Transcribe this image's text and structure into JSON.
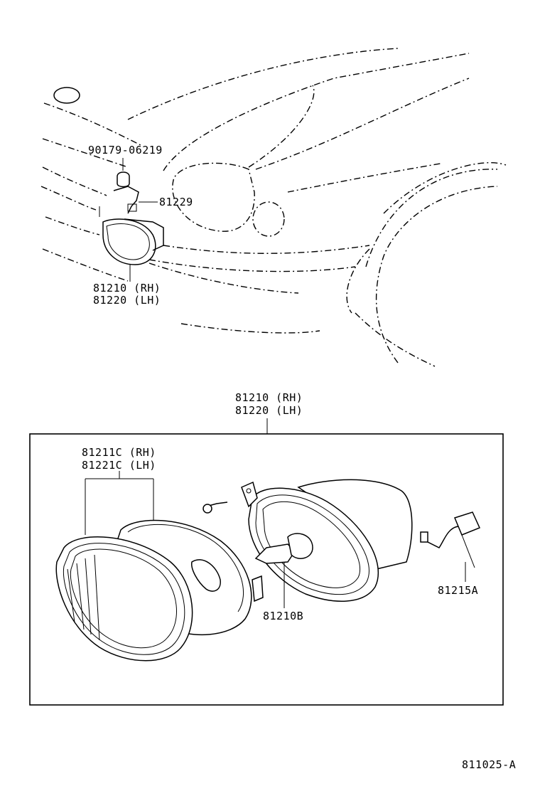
{
  "top": {
    "bolt_part": "90179-06219",
    "bracket_part": "81229",
    "lamp_rh": "81210 (RH)",
    "lamp_lh": "81220 (LH)"
  },
  "assembly": {
    "title_rh": "81210 (RH)",
    "title_lh": "81220 (LH)",
    "lens_rh": "81211C (RH)",
    "lens_lh": "81221C (LH)",
    "bulb": "81210B",
    "socket": "81215A"
  },
  "figure_code": "811025-A"
}
